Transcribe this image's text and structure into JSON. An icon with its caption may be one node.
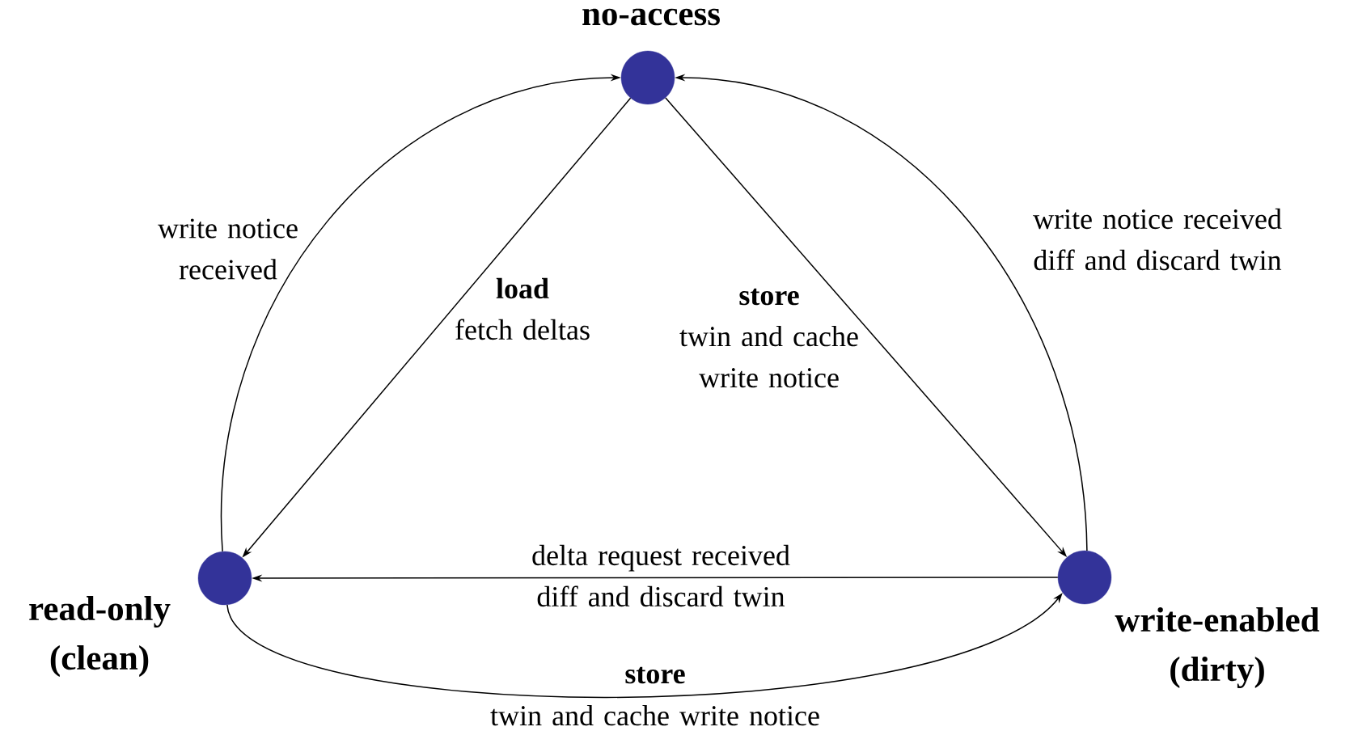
{
  "diagram": {
    "nodes": [
      {
        "text": [
          "no-access"
        ]
      },
      {
        "text": [
          "read-only (clean)"
        ]
      },
      {
        "text": [
          "write-enabled (dirty)"
        ]
      }
    ],
    "edges": [
      {
        "from": 1,
        "to": 0,
        "arrow": "to",
        "label": "write notice received"
      },
      {
        "from": 0,
        "to": 1,
        "arrow": "to",
        "label": [
          "load",
          "fetch deltas"
        ]
      },
      {
        "from": 0,
        "to": 2,
        "arrow": "to",
        "label": [
          "store",
          "twin and cache write notice"
        ]
      },
      {
        "from": 2,
        "to": 0,
        "arrow": "to",
        "label": "write notice received diff and discard twin"
      },
      {
        "from": 2,
        "to": 1,
        "arrow": "to",
        "label": "delta request received diff and discard twin"
      },
      {
        "from": 1,
        "to": 2,
        "arrow": "to",
        "label": [
          "store",
          "twin and cache write notice"
        ]
      }
    ]
  }
}
